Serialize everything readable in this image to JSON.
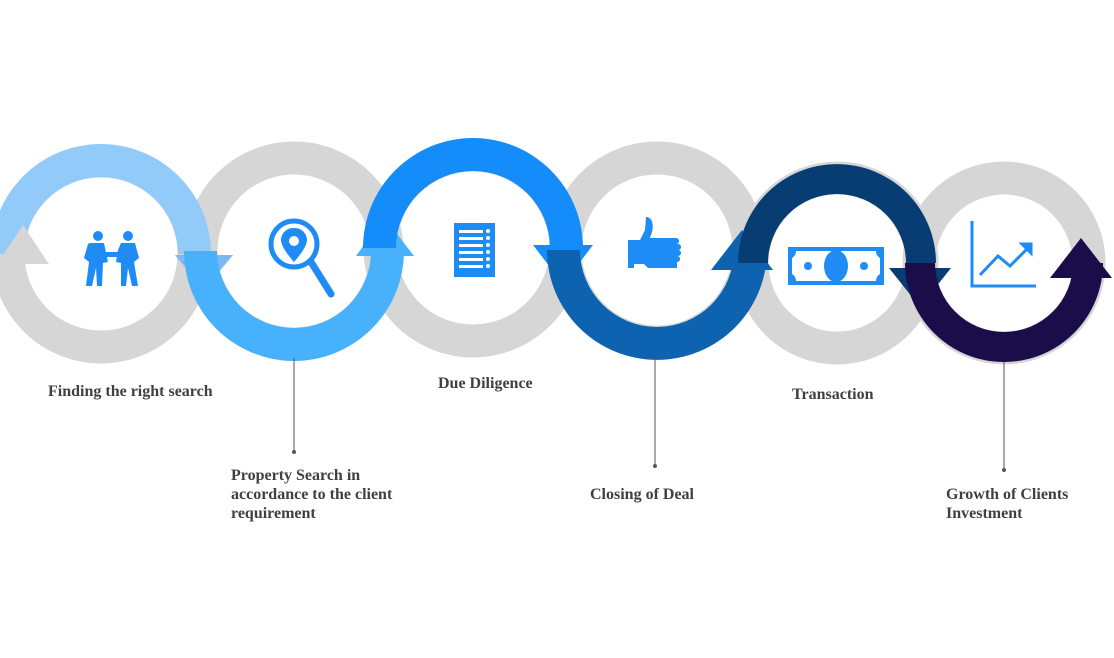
{
  "steps": [
    {
      "label": "Finding the right search",
      "color": "#8EC9FB",
      "icon": "handshake-people-icon"
    },
    {
      "label": "Property Search in accordance to the client requirement",
      "color": "#47B1FC",
      "icon": "location-search-icon"
    },
    {
      "label": "Due Diligence",
      "color": "#148CF9",
      "icon": "document-checklist-icon"
    },
    {
      "label": "Closing of Deal",
      "color": "#0D63AF",
      "icon": "thumbs-up-icon"
    },
    {
      "label": "Transaction",
      "color": "#073D73",
      "icon": "money-bill-icon"
    },
    {
      "label": "Growth of Clients Investment",
      "color": "#1B0D4A",
      "icon": "growth-chart-icon"
    }
  ],
  "colors": {
    "track": "#D6D6D6",
    "icon": "#1F8CF6",
    "text": "#404040",
    "leader_line": "#555555"
  }
}
